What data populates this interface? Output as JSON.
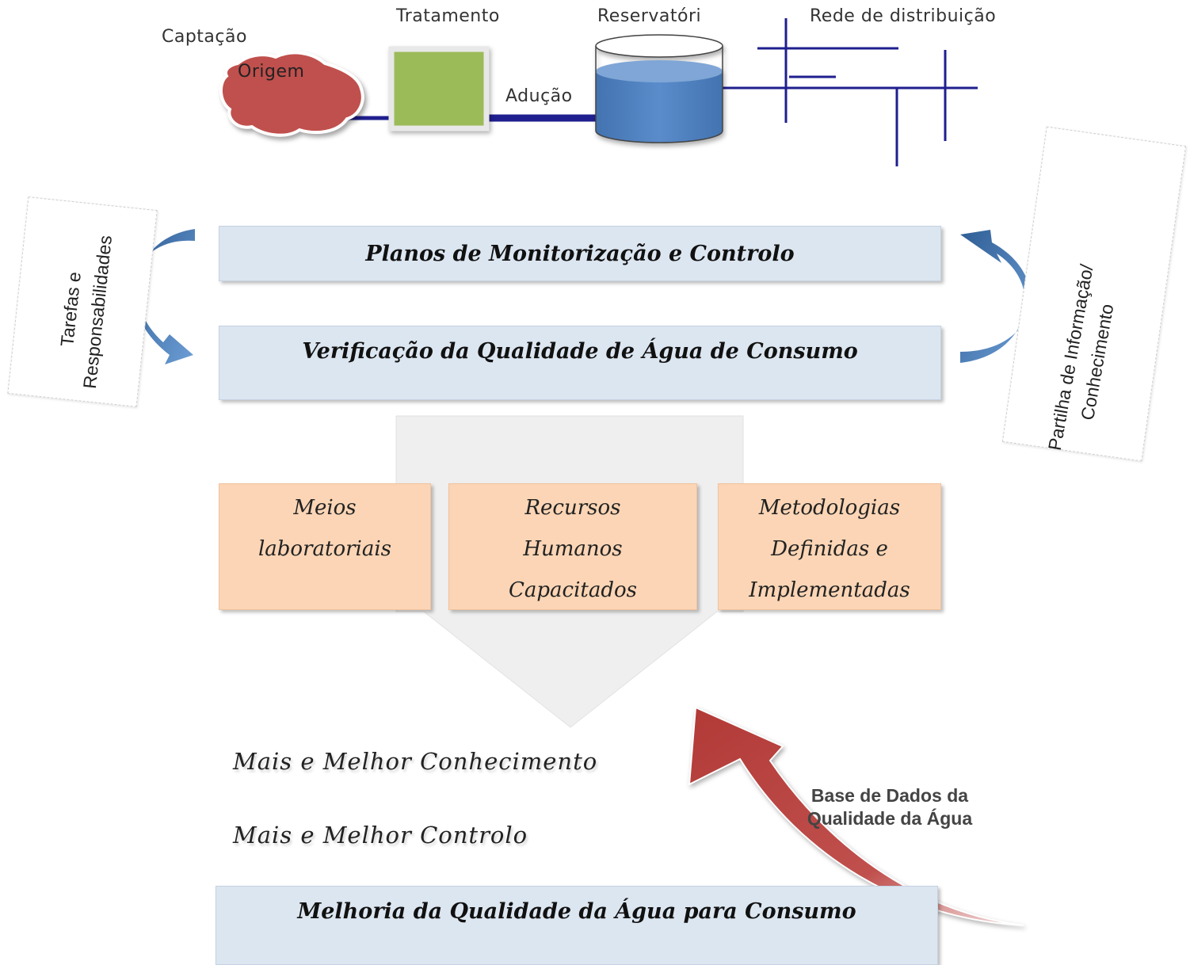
{
  "pipeline": {
    "captacao": "Captação",
    "origem": "Origem",
    "tratamento": "Tratamento",
    "aducao": "Adução",
    "reservatorio": "Reservatóri",
    "rede": "Rede de distribuição"
  },
  "boxes": {
    "planos": "Planos de Monitorização e Controlo",
    "verificacao": "Verificação da Qualidade de Água de Consumo",
    "meios": [
      "Meios",
      "laboratoriais"
    ],
    "recursos": [
      "Recursos",
      "Humanos",
      "Capacitados"
    ],
    "metodologias": [
      "Metodologias",
      "Definidas e",
      "Implementadas"
    ],
    "melhoria": "Melhoria da Qualidade da Água para Consumo"
  },
  "side_left": [
    "Tarefas e",
    "Responsabilidades"
  ],
  "side_right": [
    "Partilha de Informação/",
    "Conhecimento"
  ],
  "outcomes": {
    "conhecimento": "Mais e Melhor Conhecimento",
    "controlo": "Mais e Melhor Controlo"
  },
  "database": [
    "Base de Dados da",
    "Qualidade da Água"
  ],
  "colors": {
    "origem_fill": "#c0504d",
    "tratamento_fill": "#9bbb59",
    "reservatorio_water": "#4f81bd",
    "pipe": "#1f1f8f",
    "blue_box": "#dce6f1",
    "peach_box": "#fbd5b5",
    "arrow_blue": "#4f81bd",
    "arrow_red": "#c0504d"
  }
}
